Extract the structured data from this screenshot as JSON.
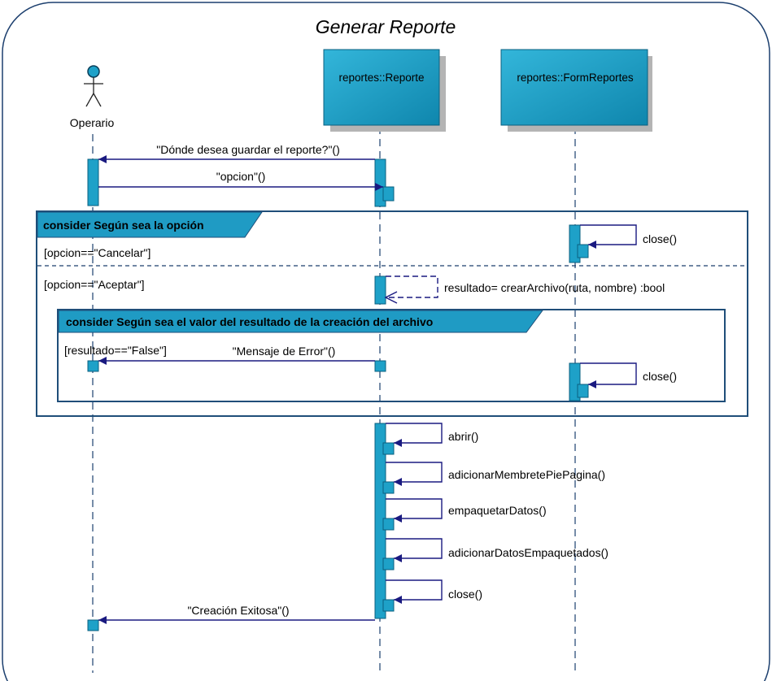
{
  "diagram": {
    "title": "Generar Reporte",
    "actor": {
      "label": "Operario"
    },
    "lifelines": {
      "reporte": "reportes::Reporte",
      "form": "reportes::FormReportes"
    },
    "messages": {
      "donde_guardar": "\"Dónde desea guardar el reporte?\"()",
      "opcion": "\"opcion\"()",
      "close_cancel": "close()",
      "crear_archivo": "resultado= crearArchivo(ruta, nombre) :bool",
      "mensaje_error": "\"Mensaje de Error\"()",
      "close_false": "close()",
      "abrir": "abrir()",
      "membrete": "adicionarMembretePiePagina()",
      "empaquetar": "empaquetarDatos()",
      "adicionar_datos": "adicionarDatosEmpaquetados()",
      "close_final": "close()",
      "creacion_exitosa": "\"Creación Exitosa\"()"
    },
    "fragments": {
      "outer": {
        "title": "consider Según sea la opción",
        "guard_cancel": "[opcion==\"Cancelar\"]",
        "guard_accept": "[opcion==\"Aceptar\"]"
      },
      "inner": {
        "title": "consider Según sea el valor del resultado de la creación del archivo",
        "guard_false": "[resultado==\"False\"]"
      }
    },
    "colors": {
      "activation_fill": "#1ea1c8",
      "activation_stroke": "#0a5f7f",
      "lifeline_head": "#159ec4",
      "head_shadow": "#b4b4b4",
      "message_line": "#1a1a80",
      "fragment_border": "#1f4e79",
      "fragment_label_bg": "#1f9bc4",
      "frame_border": "#1c3f6e",
      "lifeline_dash": "#1c3f6e"
    }
  }
}
